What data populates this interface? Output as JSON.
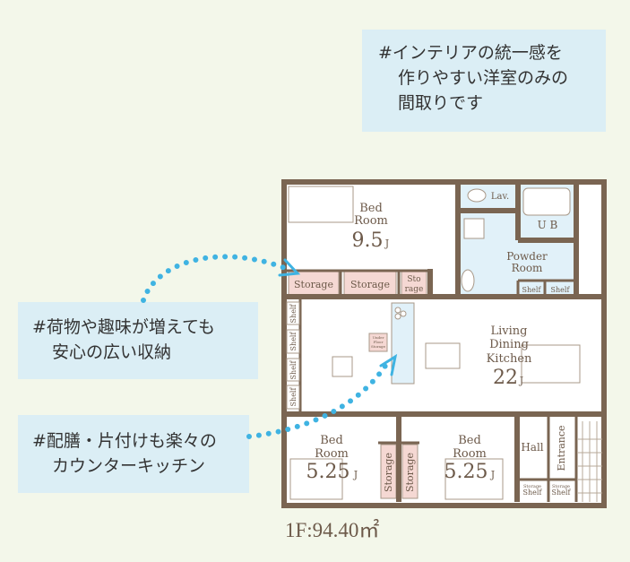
{
  "notes": [
    {
      "lines": [
        "#インテリアの統一感を",
        "作りやすい洋室のみの",
        "間取りです"
      ]
    },
    {
      "lines": [
        "#荷物や趣味が増えても",
        "安心の広い収納"
      ]
    },
    {
      "lines": [
        "#配膳・片付けも楽々の",
        "カウンターキッチン"
      ]
    }
  ],
  "floorplan": {
    "rooms": {
      "bed1": {
        "name1": "Bed",
        "name2": "Room",
        "size": "9.5",
        "unit": "J"
      },
      "lav": "Lav.",
      "ub": "U B",
      "powder": {
        "name1": "Powder",
        "name2": "Room"
      },
      "ldk": {
        "name1": "Living",
        "name2": "Dining",
        "name3": "Kitchen",
        "size": "22",
        "unit": "J"
      },
      "bed2": {
        "name1": "Bed",
        "name2": "Room",
        "size": "5.25",
        "unit": "J"
      },
      "bed3": {
        "name1": "Bed",
        "name2": "Room",
        "size": "5.25",
        "unit": "J"
      },
      "hall": "Hall",
      "entrance": "Entrance"
    },
    "storage": "Storage",
    "storage_small_1": "Sto",
    "storage_small_2": "rage",
    "shelf": "Shelf",
    "underfloor": [
      "Under",
      "Floor",
      "Storage"
    ],
    "colors": {
      "wall": "#7a6552",
      "storage": "#f5d8d3",
      "wet": "#e1f1f9",
      "arrow": "#3fb3e2",
      "note_bg": "#dbeef5"
    }
  },
  "floor_area": "1F:94.40㎡"
}
